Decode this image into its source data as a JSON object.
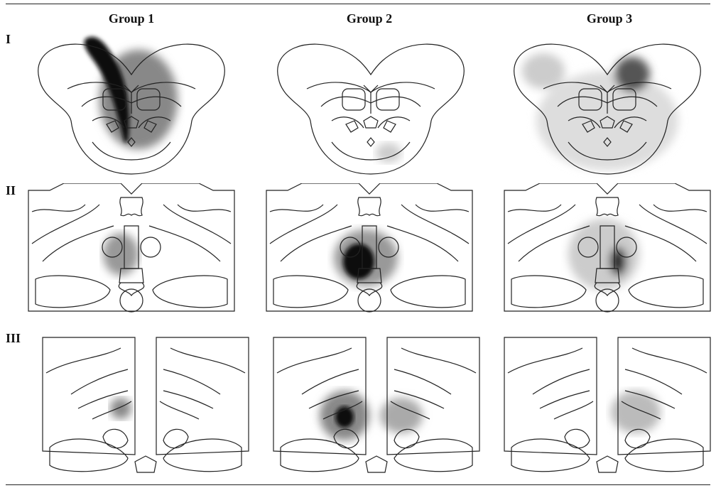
{
  "columns": [
    "Group 1",
    "Group 2",
    "Group 3"
  ],
  "rows": [
    "I",
    "II",
    "III"
  ]
}
